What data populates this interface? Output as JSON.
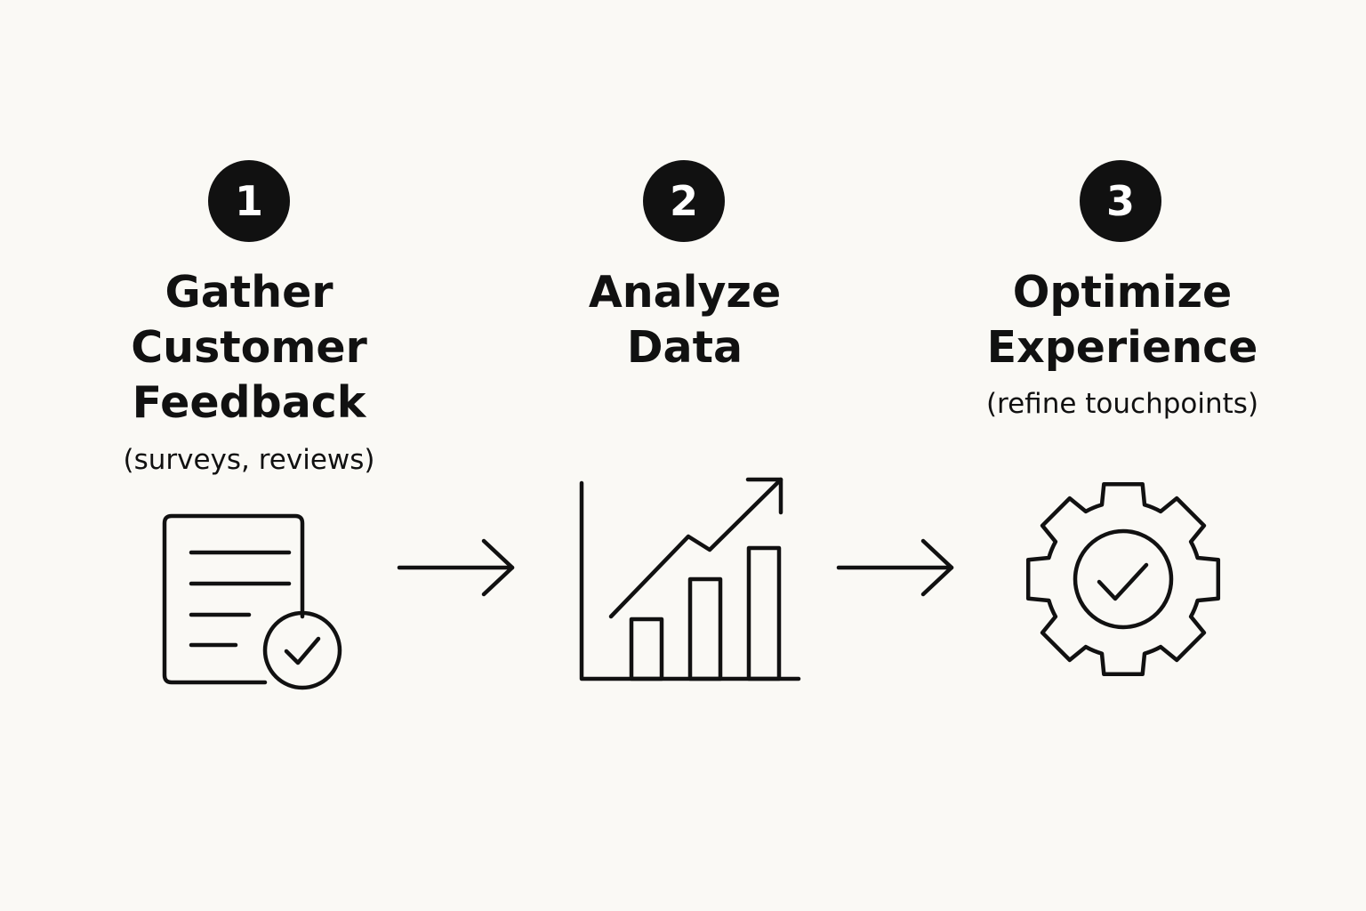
{
  "steps": [
    {
      "number": "1",
      "title_lines": [
        "Gather",
        "Customer",
        "Feedback"
      ],
      "note": "(surveys, reviews)",
      "icon": "document-check-icon"
    },
    {
      "number": "2",
      "title_lines": [
        "Analyze",
        "Data"
      ],
      "icon": "growth-chart-icon"
    },
    {
      "number": "3",
      "title_lines": [
        "Optimize",
        "Experience"
      ],
      "note": "(refine touchpoints)",
      "icon": "gear-check-icon"
    }
  ],
  "connectors": [
    "arrow-right-icon",
    "arrow-right-icon"
  ],
  "colors": {
    "background": "#faf9f5",
    "ink": "#111111",
    "badge_text": "#ffffff"
  }
}
